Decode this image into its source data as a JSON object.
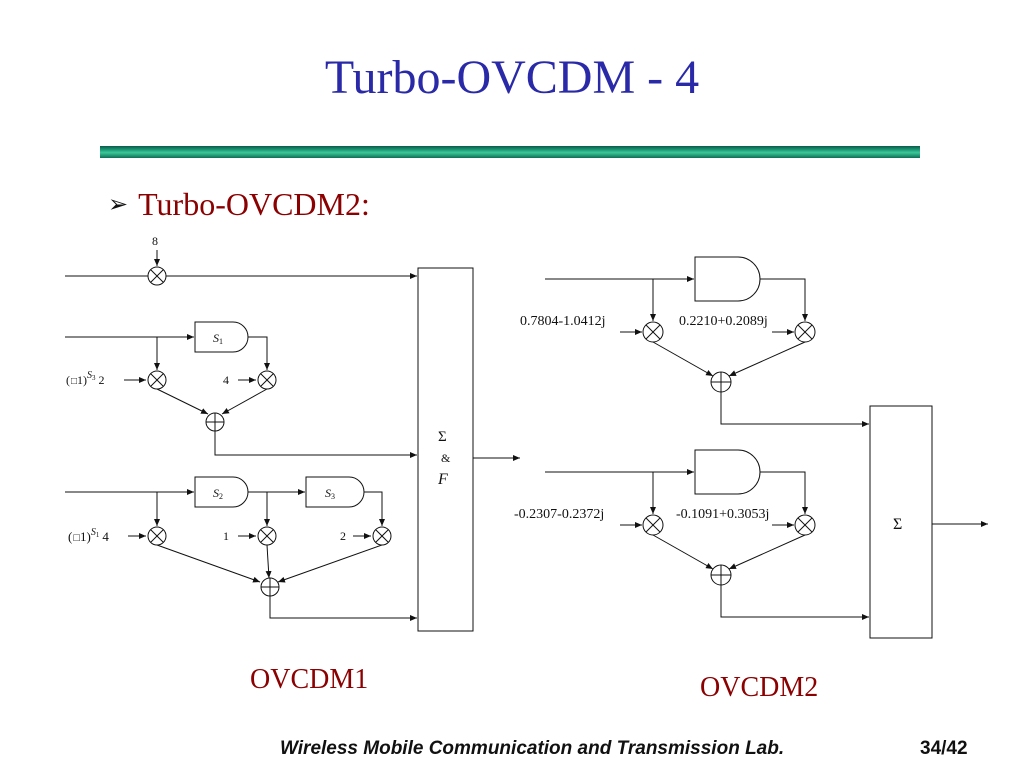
{
  "slide": {
    "title": "Turbo-OVCDM - 4",
    "bullet": "Turbo-OVCDM2:",
    "footer": "Wireless Mobile Communication and Transmission Lab.",
    "page_number": "34/42"
  },
  "ovcdm1": {
    "caption": "OVCDM1",
    "mult_top": "8",
    "shift_s1": "S1",
    "shift_s2": "S2",
    "shift_s3": "S3",
    "coef_a_base": "(",
    "coef_a_box": "1)",
    "coef_a_exp": "S",
    "coef_a_exp_sub": "3",
    "coef_a_num": "2",
    "coef_b": "4",
    "coef_c_base": "(",
    "coef_c_box": "1)",
    "coef_c_exp": "S",
    "coef_c_exp_sub": "1",
    "coef_c_num": "4",
    "coef_d": "1",
    "coef_e": "2",
    "combiner_sigma": "Σ",
    "combiner_amp": "&",
    "combiner_f": "F"
  },
  "ovcdm2": {
    "caption": "OVCDM2",
    "coef_top_left": "0.7804-1.0412j",
    "coef_top_right": "0.2210+0.2089j",
    "coef_bot_left": "-0.2307-0.2372j",
    "coef_bot_right": "-0.1091+0.3053j",
    "sum_sigma": "Σ"
  }
}
